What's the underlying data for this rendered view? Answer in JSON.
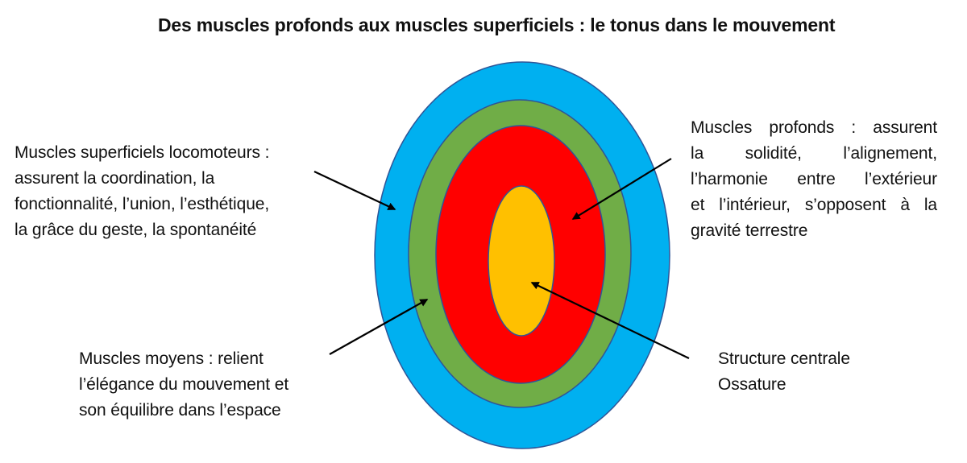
{
  "title": "Des muscles profonds aux muscles superficiels : le tonus dans le mouvement",
  "colors": {
    "outer_layer": "#00B0F0",
    "middle_layer": "#70AD47",
    "deep_layer": "#FF0000",
    "core": "#FFC000",
    "outline": "#2F5597",
    "arrow": "#000000"
  },
  "labels": {
    "superficial": {
      "lines": [
        "Muscles superficiels locomoteurs :",
        "assurent la coordination, la",
        "fonctionnalité, l’union, l’esthétique,",
        "la grâce du geste, la spontanéité"
      ]
    },
    "deep": {
      "lines": [
        "Muscles profonds : assurent",
        "la solidité, l’alignement,",
        "l’harmonie entre l’extérieur",
        "et l’intérieur, s’opposent à la",
        "gravité terrestre"
      ]
    },
    "middle": {
      "lines": [
        "Muscles moyens : relient",
        "l’élégance du mouvement et",
        "son équilibre dans l’espace"
      ]
    },
    "central": {
      "lines": [
        "Structure centrale",
        "Ossature"
      ]
    }
  }
}
